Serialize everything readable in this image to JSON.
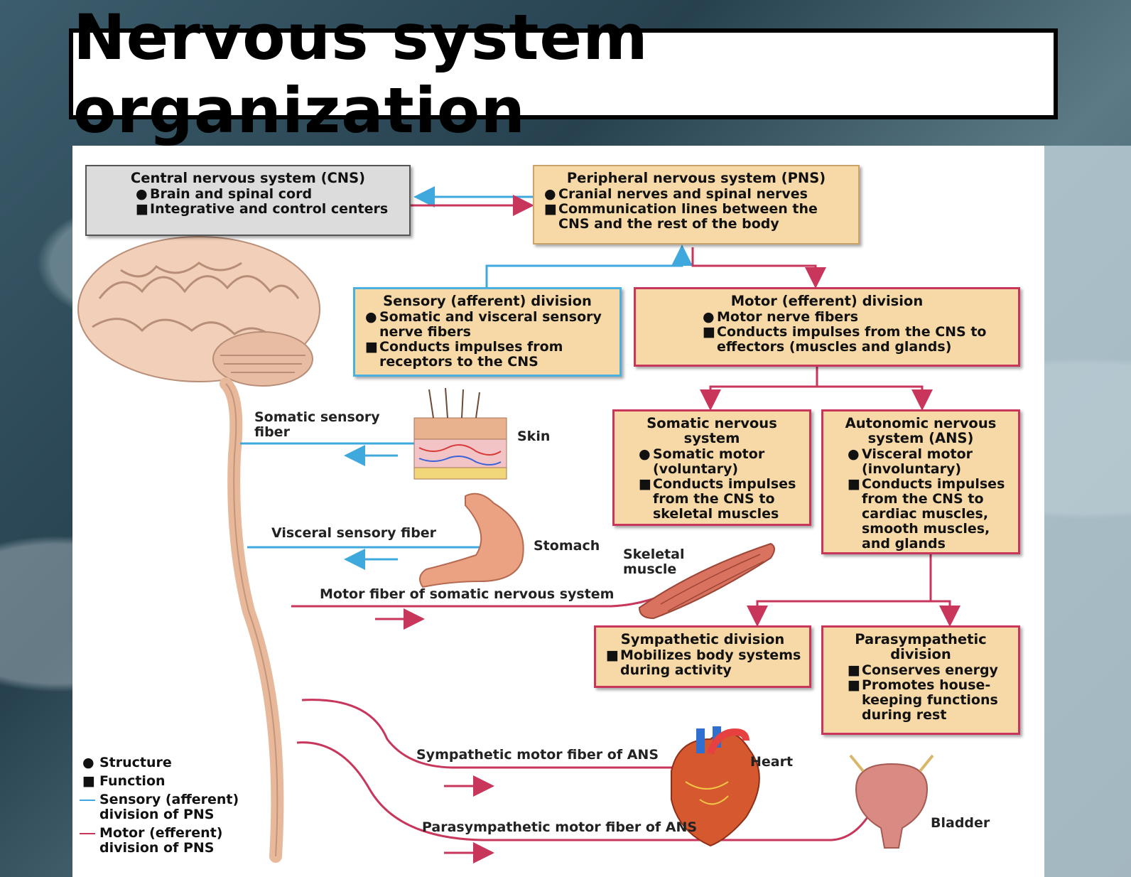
{
  "title": "Nervous system organization",
  "cns": {
    "title": "Central nervous system (CNS)",
    "items": [
      "Brain and spinal cord",
      "Integrative and control centers"
    ]
  },
  "pns": {
    "title": "Peripheral nervous system (PNS)",
    "items": [
      "Cranial nerves and spinal nerves",
      "Communication lines between the CNS and the rest of the body"
    ]
  },
  "sensory": {
    "title": "Sensory (afferent) division",
    "items": [
      "Somatic and visceral sensory nerve fibers",
      "Conducts impulses from receptors to the CNS"
    ]
  },
  "motor": {
    "title": "Motor (efferent) division",
    "items": [
      "Motor nerve fibers",
      "Conducts impulses from the CNS to effectors (muscles and glands)"
    ]
  },
  "somatic": {
    "title": "Somatic nervous system",
    "items": [
      "Somatic motor (voluntary)",
      "Conducts impulses from the CNS to skeletal muscles"
    ]
  },
  "autonomic": {
    "title": "Autonomic nervous system (ANS)",
    "items": [
      "Visceral motor (involuntary)",
      "Conducts impulses from the CNS to cardiac muscles, smooth muscles, and glands"
    ]
  },
  "sympathetic": {
    "title": "Sympathetic division",
    "items": [
      "Mobilizes body systems during activity"
    ]
  },
  "parasympathetic": {
    "title": "Parasympathetic division",
    "items": [
      "Conserves energy",
      "Promotes house-keeping functions during rest"
    ]
  },
  "labels": {
    "somatic_sensory_fiber": "Somatic sensory fiber",
    "skin": "Skin",
    "visceral_sensory_fiber": "Visceral sensory fiber",
    "stomach": "Stomach",
    "skeletal_muscle": "Skeletal muscle",
    "motor_somatic_fiber": "Motor fiber of somatic nervous system",
    "symp_motor_fiber": "Sympathetic motor fiber of ANS",
    "heart": "Heart",
    "parasymp_motor_fiber": "Parasympathetic motor fiber of ANS",
    "bladder": "Bladder"
  },
  "legend": {
    "structure": "Structure",
    "function": "Function",
    "sensory": "Sensory (afferent) division of PNS",
    "motor": "Motor (efferent) division of PNS"
  },
  "colors": {
    "sensory": "#3fa9de",
    "motor": "#c8365c",
    "box_fill": "#f6d9a6",
    "cns_fill": "#dcdcdc"
  }
}
